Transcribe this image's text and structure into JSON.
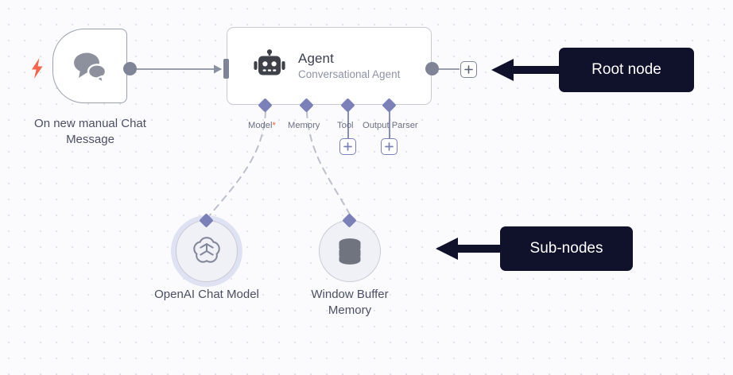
{
  "canvas": {
    "background_color": "#fbfbfd",
    "dot_color": "#e3e3ea"
  },
  "nodes": {
    "trigger": {
      "caption": "On new manual Chat Message",
      "icon": "chat-bubbles-icon",
      "badge_icon": "lightning-bolt-icon",
      "badge_color": "#f8634a"
    },
    "agent": {
      "title": "Agent",
      "subtitle": "Conversational Agent",
      "icon": "robot-icon",
      "icon_color": "#3f4149"
    },
    "openai": {
      "caption": "OpenAI Chat Model",
      "icon": "openai-logo-icon",
      "selected": true
    },
    "memory": {
      "caption": "Window Buffer Memory",
      "icon": "database-icon",
      "selected": false
    }
  },
  "connectors": [
    {
      "label": "Model",
      "required": true,
      "required_marker": "*",
      "has_plus": false
    },
    {
      "label": "Memory",
      "required": false,
      "required_marker": "",
      "has_plus": false
    },
    {
      "label": "Tool",
      "required": false,
      "required_marker": "",
      "has_plus": true
    },
    {
      "label": "Output Parser",
      "required": false,
      "required_marker": "",
      "has_plus": true
    }
  ],
  "buttons": {
    "add_main_output": "+",
    "add_tool": "+",
    "add_output_parser": "+"
  },
  "callouts": [
    {
      "text": "Root node"
    },
    {
      "text": "Sub-nodes"
    }
  ],
  "colors": {
    "port_gray": "#7f8596",
    "port_purple": "#7b81b8",
    "callout_bg": "#10112b",
    "edge_gray": "#8b90a0",
    "dashed_edge": "#bcc0cc"
  }
}
